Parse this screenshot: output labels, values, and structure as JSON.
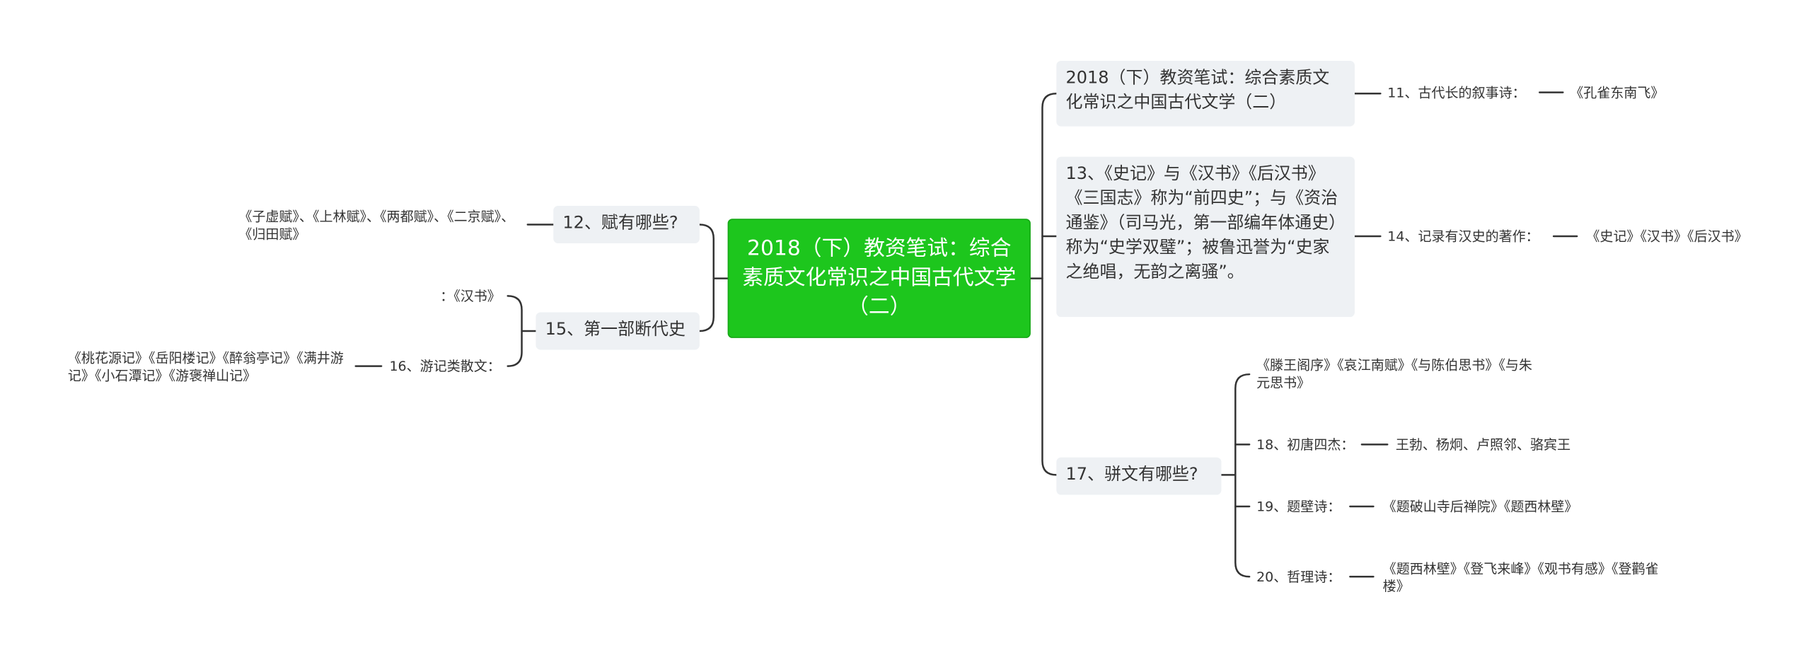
{
  "root": "2018（下）教资笔试：综合素质文化常识之中国古代文学（二）",
  "right": [
    {
      "label": "2018（下）教资笔试：综合素质文化常识之中国古代文学（二）",
      "children": [
        {
          "label": "11、古代长的叙事诗：",
          "value": "《孔雀东南飞》"
        }
      ]
    },
    {
      "label": "13、《史记》与《汉书》《后汉书》《三国志》称为“前四史”；与《资治通鉴》（司马光，第一部编年体通史）称为“史学双璧”；被鲁迅誉为“史家之绝唱，无韵之离骚”。",
      "children": [
        {
          "label": "14、记录有汉史的著作：",
          "value": "《史记》《汉书》《后汉书》"
        }
      ]
    },
    {
      "label": "17、骈文有哪些?",
      "children": [
        {
          "label": "《滕王阁序》《哀江南赋》《与陈伯思书》《与朱元思书》",
          "value": ""
        },
        {
          "label": "18、初唐四杰：",
          "value": "王勃、杨炯、卢照邻、骆宾王"
        },
        {
          "label": "19、题壁诗：",
          "value": "《题破山寺后禅院》《题西林壁》"
        },
        {
          "label": "20、哲理诗：",
          "value": "《题西林壁》《登飞来峰》《观书有感》《登鹳雀楼》"
        }
      ]
    }
  ],
  "left": [
    {
      "label": "12、赋有哪些?",
      "children": [
        {
          "label": "《子虚赋》、《上林赋》、《两都赋》、《二京赋》、《归田赋》",
          "value": ""
        }
      ]
    },
    {
      "label": "15、第一部断代史",
      "children": [
        {
          "label": "：《汉书》",
          "value": ""
        },
        {
          "label": "16、游记类散文：",
          "value": "《桃花源记》《岳阳楼记》《醉翁亭记》《满井游记》《小石潭记》《游褒禅山记》"
        }
      ]
    }
  ]
}
